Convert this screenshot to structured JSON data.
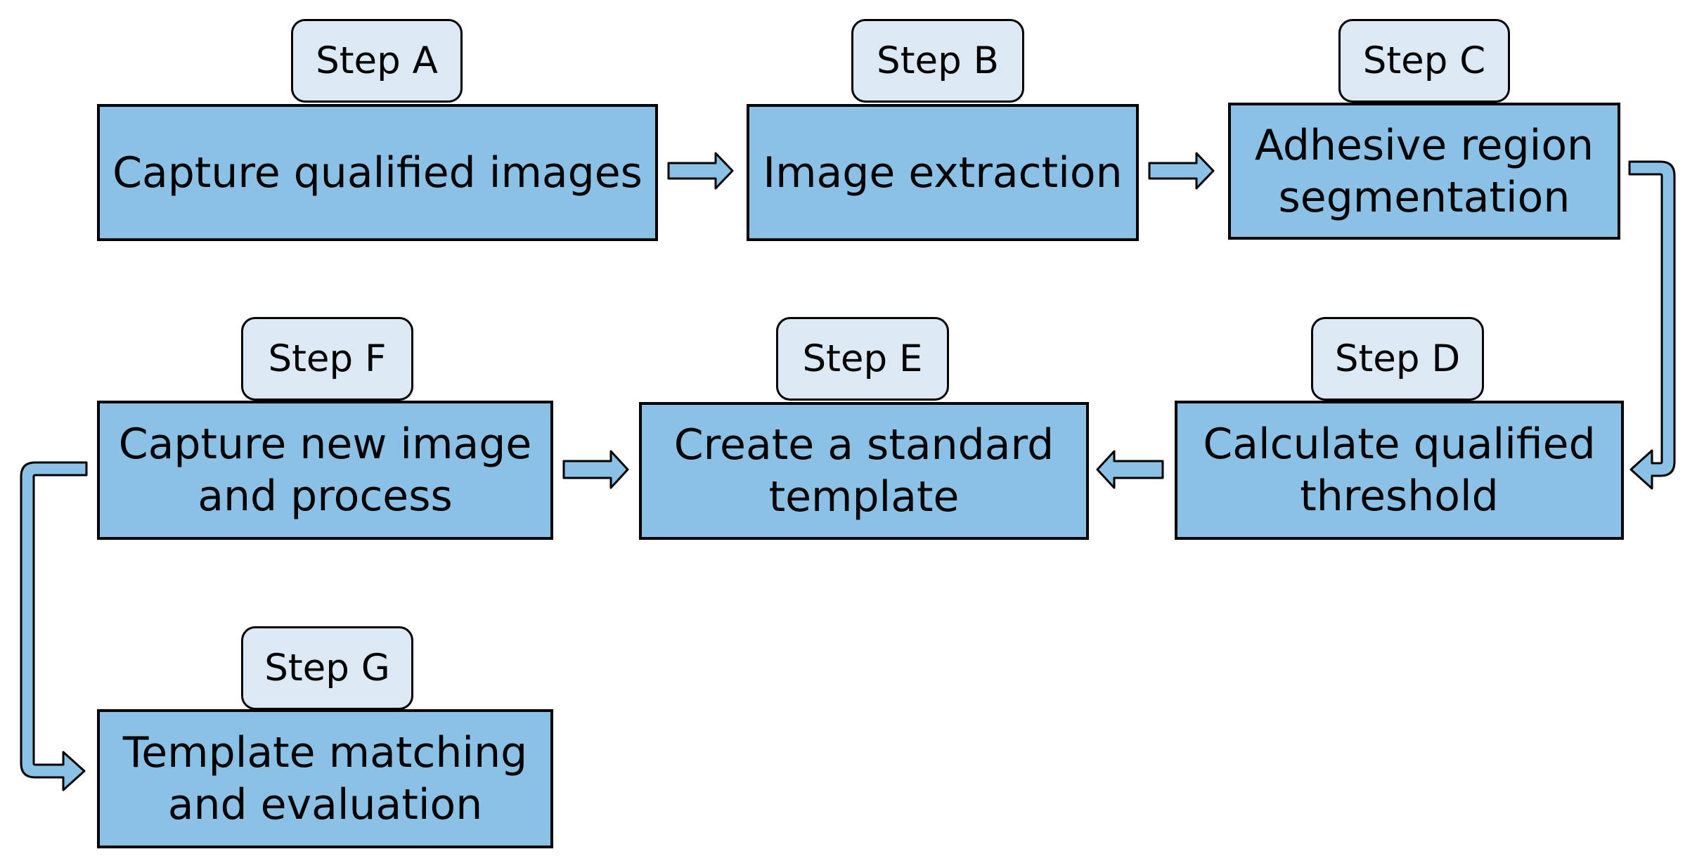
{
  "steps": [
    {
      "id": "A",
      "tag": "Step A",
      "text": "Capture qualified images"
    },
    {
      "id": "B",
      "tag": "Step B",
      "text": "Image extraction"
    },
    {
      "id": "C",
      "tag": "Step C",
      "text": "Adhesive region\nsegmentation"
    },
    {
      "id": "D",
      "tag": "Step D",
      "text": "Calculate qualified\nthreshold"
    },
    {
      "id": "E",
      "tag": "Step E",
      "text": "Create a standard\ntemplate"
    },
    {
      "id": "F",
      "tag": "Step F",
      "text": "Capture new image\nand process"
    },
    {
      "id": "G",
      "tag": "Step G",
      "text": "Template matching\nand evaluation"
    }
  ],
  "connections": [
    {
      "from": "A",
      "to": "B"
    },
    {
      "from": "B",
      "to": "C"
    },
    {
      "from": "C",
      "to": "D"
    },
    {
      "from": "D",
      "to": "E"
    },
    {
      "from": "F",
      "to": "E"
    },
    {
      "from": "F",
      "to": "G"
    }
  ],
  "colors": {
    "box_fill": "#8cc1e6",
    "tag_fill": "#dce9f5",
    "outline": "#000000",
    "arrow_fill": "#8cc1e6"
  }
}
